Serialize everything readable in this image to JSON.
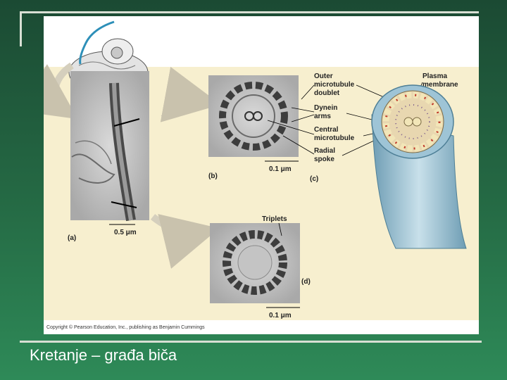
{
  "slide": {
    "title": "Kretanje – građa biča"
  },
  "figure": {
    "panels": {
      "a": "(a)",
      "b": "(b)",
      "c": "(c)",
      "d": "(d)"
    },
    "scale_bars": {
      "a": "0.5 μm",
      "b": "0.1 μm",
      "d": "0.1 μm"
    },
    "labels": {
      "outer_doublet": [
        "Outer",
        "microtubule",
        "doublet"
      ],
      "dynein_arms": [
        "Dynein",
        "arms"
      ],
      "central_microtubule": [
        "Central",
        "microtubule"
      ],
      "radial_spoke": [
        "Radial",
        "spoke"
      ],
      "plasma_membrane": [
        "Plasma",
        "membrane"
      ],
      "triplets": "Triplets"
    },
    "copyright": "Copyright © Pearson Education, Inc., publishing as Benjamin Cummings"
  },
  "colors": {
    "background_top": "#1b4a33",
    "background_bottom": "#2e8a58",
    "figure_panel": "#f7efcf",
    "flagellum": "#9ec4d6"
  }
}
